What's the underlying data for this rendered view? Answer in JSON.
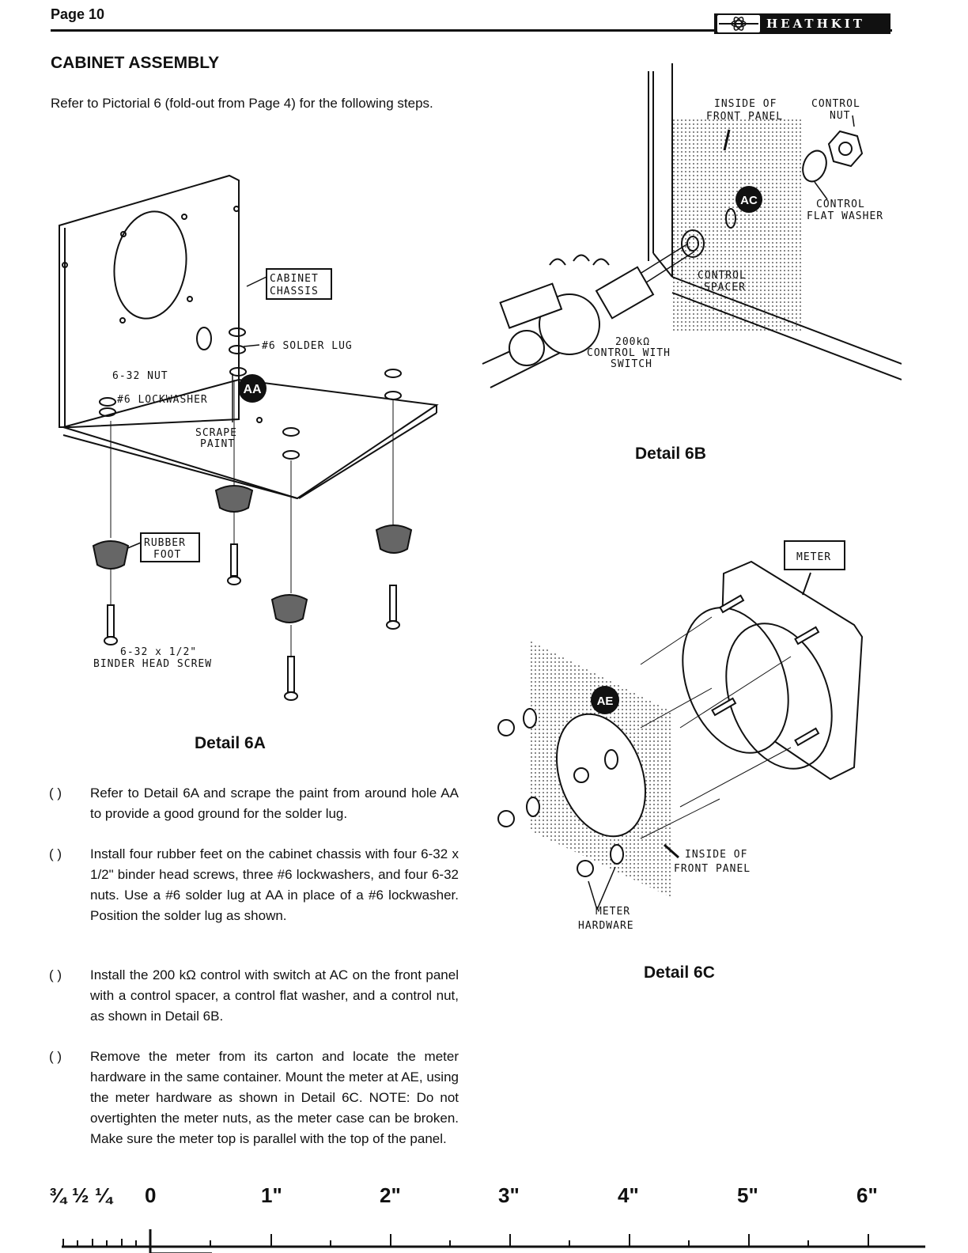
{
  "header": {
    "page_label": "Page 10",
    "brand": "HEATHKIT"
  },
  "section": {
    "title": "CABINET ASSEMBLY",
    "intro": "Refer to Pictorial 6 (fold-out from Page 4) for the following steps."
  },
  "detail_6a": {
    "caption": "Detail 6A",
    "labels": {
      "cabinet_chassis_1": "CABINET",
      "cabinet_chassis_2": "CHASSIS",
      "solder_lug": "#6 SOLDER LUG",
      "nut": "6-32 NUT",
      "lockwasher": "#6 LOCKWASHER",
      "scrape_1": "SCRAPE",
      "scrape_2": "PAINT",
      "point_aa": "AA",
      "rubber_foot_1": "RUBBER",
      "rubber_foot_2": "FOOT",
      "screw_1": "6-32 x 1/2\"",
      "screw_2": "BINDER HEAD SCREW"
    }
  },
  "detail_6b": {
    "caption": "Detail 6B",
    "labels": {
      "inside_front_1": "INSIDE OF",
      "inside_front_2": "FRONT PANEL",
      "control_nut_1": "CONTROL",
      "control_nut_2": "NUT",
      "point_ac": "AC",
      "flat_washer_1": "CONTROL",
      "flat_washer_2": "FLAT WASHER",
      "spacer_1": "CONTROL",
      "spacer_2": "SPACER",
      "control_1": "200kΩ",
      "control_2": "CONTROL WITH",
      "control_3": "SWITCH"
    }
  },
  "detail_6c": {
    "caption": "Detail 6C",
    "labels": {
      "meter": "METER",
      "point_ae": "AE",
      "inside_front_1": "INSIDE OF",
      "inside_front_2": "FRONT PANEL",
      "hardware_1": "METER",
      "hardware_2": "HARDWARE"
    }
  },
  "steps": [
    {
      "check": "(   )",
      "text": "Refer to Detail 6A and scrape the paint from around hole AA to provide a good ground for the solder lug."
    },
    {
      "check": "(   )",
      "text": "Install four rubber feet on the cabinet chassis with four 6-32 x 1/2\" binder head screws, three #6 lockwashers, and four 6-32 nuts. Use a #6 solder lug at AA in place of a #6 lockwasher. Position the solder lug as shown."
    },
    {
      "check": "(   )",
      "text": "Install the 200 kΩ control with switch at AC on the front panel with a control spacer, a control flat washer, and a control nut, as shown in Detail 6B."
    },
    {
      "check": "(   )",
      "text": "Remove the meter from its carton and locate the meter hardware in the same container. Mount the meter at AE, using the meter hardware as shown in Detail 6C. NOTE: Do not overtighten the meter nuts, as the meter case can be broken. Make sure the meter top is parallel with the top of the panel."
    }
  ],
  "ruler": {
    "fractions": "¾ ½ ¼",
    "zero": "0",
    "inch_1": "1\"",
    "inch_2": "2\"",
    "inch_3": "3\"",
    "inch_4": "4\"",
    "inch_5": "5\"",
    "inch_6": "6\""
  }
}
